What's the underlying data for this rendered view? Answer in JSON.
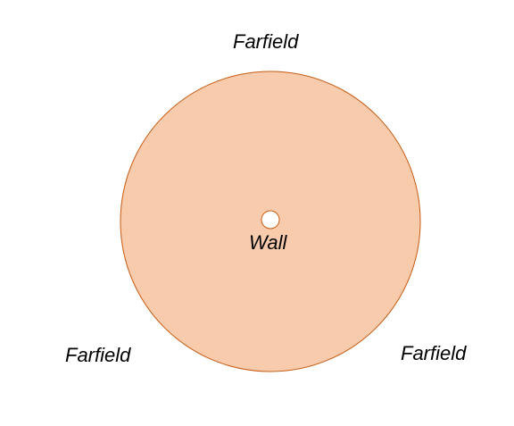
{
  "diagram": {
    "labels": {
      "farfield_top": "Farfield",
      "farfield_left": "Farfield",
      "farfield_right": "Farfield",
      "wall": "Wall"
    },
    "colors": {
      "domain_fill": "#F8CBAD",
      "domain_stroke": "#C55A11",
      "wall_fill": "#FFFFFF",
      "wall_stroke": "#C55A11"
    }
  }
}
